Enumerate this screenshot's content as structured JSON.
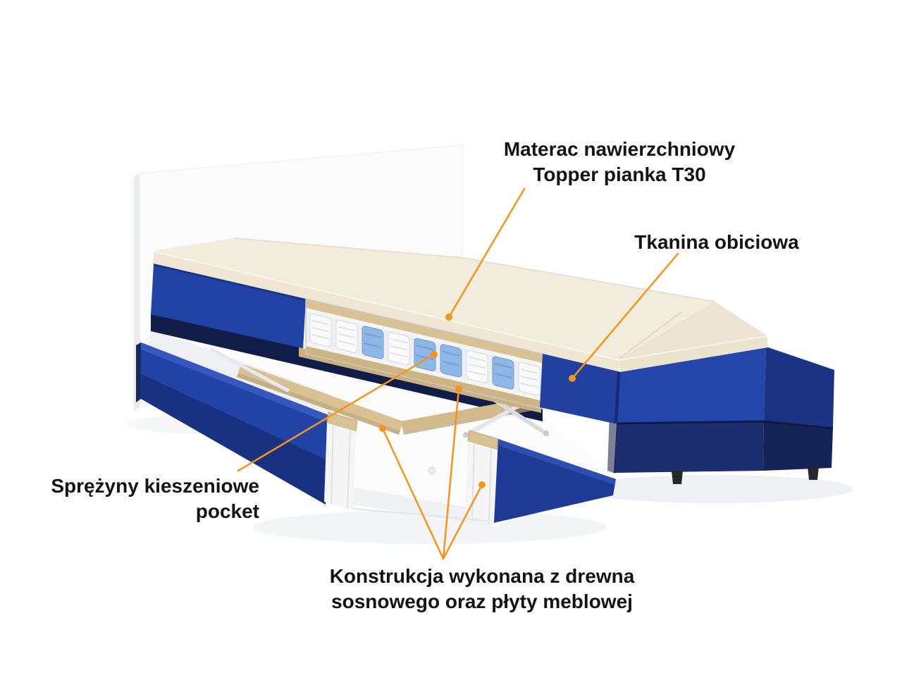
{
  "labels": {
    "topper": {
      "line1": "Materac nawierzchniowy",
      "line2": "Topper pianka T30"
    },
    "fabric": {
      "line1": "Tkanina obiciowa"
    },
    "springs": {
      "line1": "Sprężyny kieszeniowe",
      "line2": "pocket"
    },
    "construction": {
      "line1": "Konstrukcja wykonana z drewna",
      "line2": "sosnowego oraz płyty meblowej"
    }
  },
  "colors": {
    "accent": "#F7941E",
    "text": "#141414",
    "bed_blue": "#2243A6",
    "bed_blue_dark": "#1C2E6F",
    "topper_cream": "#F2ECDC",
    "topper_cream_side": "#EFE7D4",
    "wood": "#D8C294",
    "wood_dark": "#C9B07E",
    "spring_blue": "#8FB7E6",
    "headboard": "#FBFBFC",
    "background": "#FFFFFF"
  }
}
